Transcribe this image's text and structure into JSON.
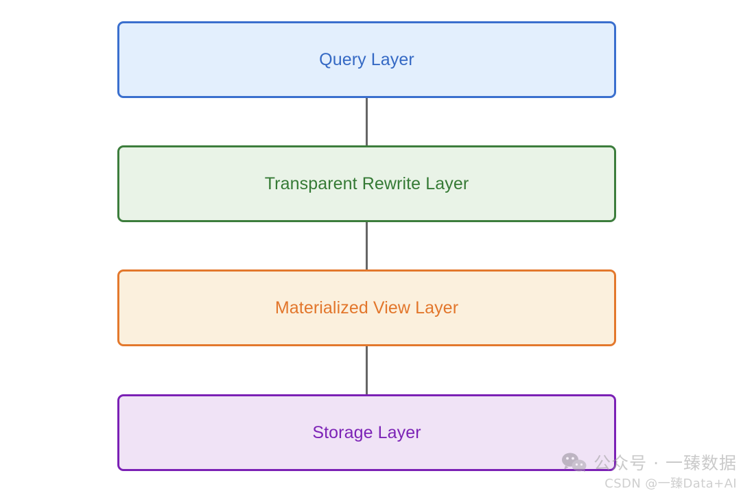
{
  "diagram": {
    "type": "flowchart",
    "orientation": "top-to-bottom",
    "background_color": "#ffffff",
    "nodes": [
      {
        "id": "query-layer",
        "label": "Query Layer",
        "fill_color": "#e3effd",
        "border_color": "#3a6fce",
        "text_color": "#3569c4"
      },
      {
        "id": "transparent-rewrite-layer",
        "label": "Transparent Rewrite Layer",
        "fill_color": "#e9f3e7",
        "border_color": "#3c7d3c",
        "text_color": "#357a35"
      },
      {
        "id": "materialized-view-layer",
        "label": "Materialized View Layer",
        "fill_color": "#fbf0dd",
        "border_color": "#e3782c",
        "text_color": "#e2762b"
      },
      {
        "id": "storage-layer",
        "label": "Storage Layer",
        "fill_color": "#f0e3f6",
        "border_color": "#7b21b5",
        "text_color": "#7c23b6"
      }
    ],
    "edges": [
      {
        "from": "query-layer",
        "to": "transparent-rewrite-layer",
        "color": "#666666"
      },
      {
        "from": "transparent-rewrite-layer",
        "to": "materialized-view-layer",
        "color": "#666666"
      },
      {
        "from": "materialized-view-layer",
        "to": "storage-layer",
        "color": "#666666"
      }
    ]
  },
  "watermark": {
    "icon": "wechat-icon",
    "brand": "公众号 · 一臻数据",
    "attribution": "CSDN @一臻Data+AI",
    "brand_color": "#9a9a9a",
    "attribution_color": "#cfcfcf"
  }
}
